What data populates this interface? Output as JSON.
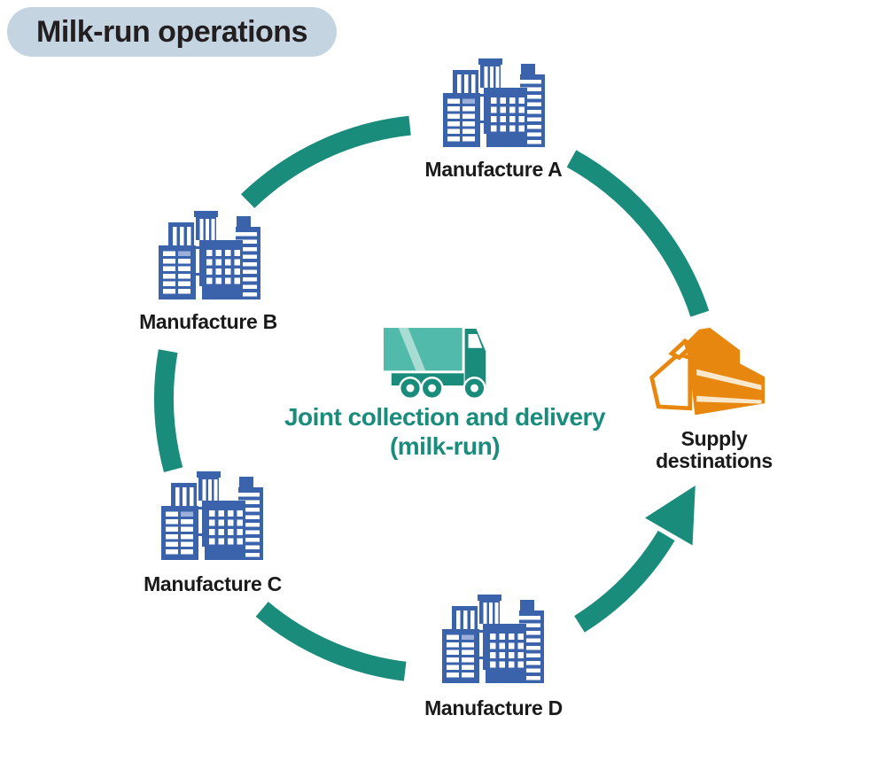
{
  "title": "Milk-run operations",
  "center": {
    "icon": "truck-icon",
    "caption_line1": "Joint collection and delivery",
    "caption_line2": "(milk-run)"
  },
  "nodes": {
    "a": {
      "label": "Manufacture A",
      "icon": "factory-icon"
    },
    "b": {
      "label": "Manufacture B",
      "icon": "factory-icon"
    },
    "c": {
      "label": "Manufacture C",
      "icon": "factory-icon"
    },
    "d": {
      "label": "Manufacture D",
      "icon": "factory-icon"
    },
    "supply": {
      "label_line1": "Supply",
      "label_line2": "destinations",
      "icon": "warehouse-icon"
    }
  },
  "colors": {
    "route_teal": "#1A8C7C",
    "factory_blue": "#3B63AC",
    "factory_window_accent": "#9BAFD9",
    "warehouse_orange": "#E8870F",
    "warehouse_stripe_cream": "#F9E8CB",
    "truck_body_teal": "#52BAAA",
    "truck_stripe_light": "#A9DCD2",
    "title_badge_bg": "#C4D4E0",
    "label_black": "#1A1A1A"
  }
}
